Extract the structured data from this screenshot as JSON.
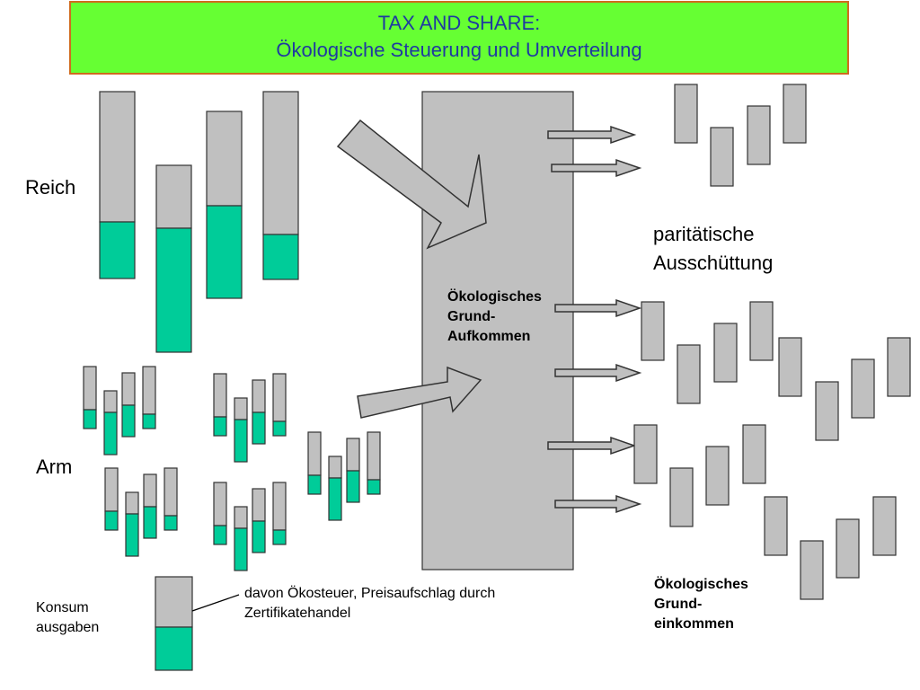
{
  "title": {
    "line1": "TAX AND SHARE:",
    "line2": "Ökologische Steuerung und Umverteilung"
  },
  "labels": {
    "reich": "Reich",
    "arm": "Arm",
    "pool_line1": "Ökologisches",
    "pool_line2": "Grund-",
    "pool_line3": "Aufkommen",
    "payout_line1": "paritätische",
    "payout_line2": "Ausschüttung",
    "income_line1": "Ökologisches",
    "income_line2": "Grund-",
    "income_line3": "einkommen",
    "legend_line1": "Konsum",
    "legend_line2": "ausgaben",
    "legend_note_line1": "davon Ökosteuer, Preisaufschlag durch",
    "legend_note_line2": "Zertifikatehandel"
  },
  "colors": {
    "title_bg": "#66ff33",
    "title_border": "#d06a1e",
    "title_text": "#1f3aa0",
    "bar_gray": "#c0c0c0",
    "bar_green": "#00cc99",
    "pool_gray": "#c0c0c0"
  }
}
